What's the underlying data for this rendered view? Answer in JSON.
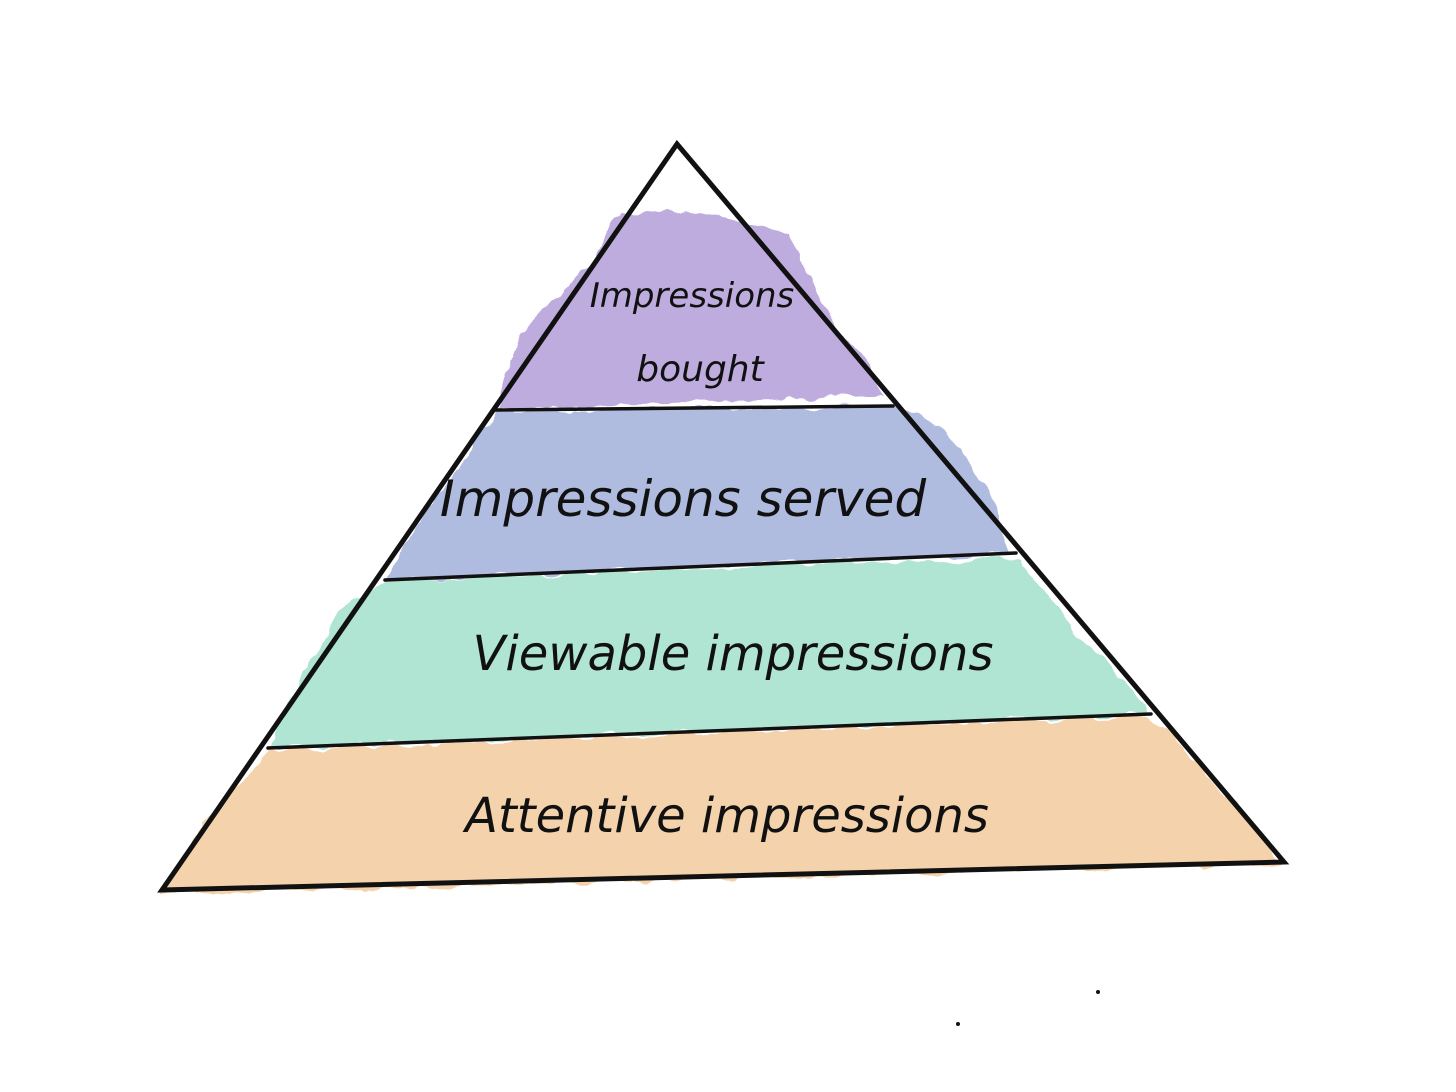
{
  "pyramid": {
    "tiers": [
      {
        "lines": [
          "Impressions",
          "bought"
        ],
        "color": "#b9a6dc"
      },
      {
        "lines": [
          "Impressions served"
        ],
        "color": "#a9b6dd"
      },
      {
        "lines": [
          "Viewable impressions"
        ],
        "color": "#a9e3cf"
      },
      {
        "lines": [
          "Attentive impressions"
        ],
        "color": "#f4cfa6"
      }
    ],
    "outline_color": "#111111"
  }
}
